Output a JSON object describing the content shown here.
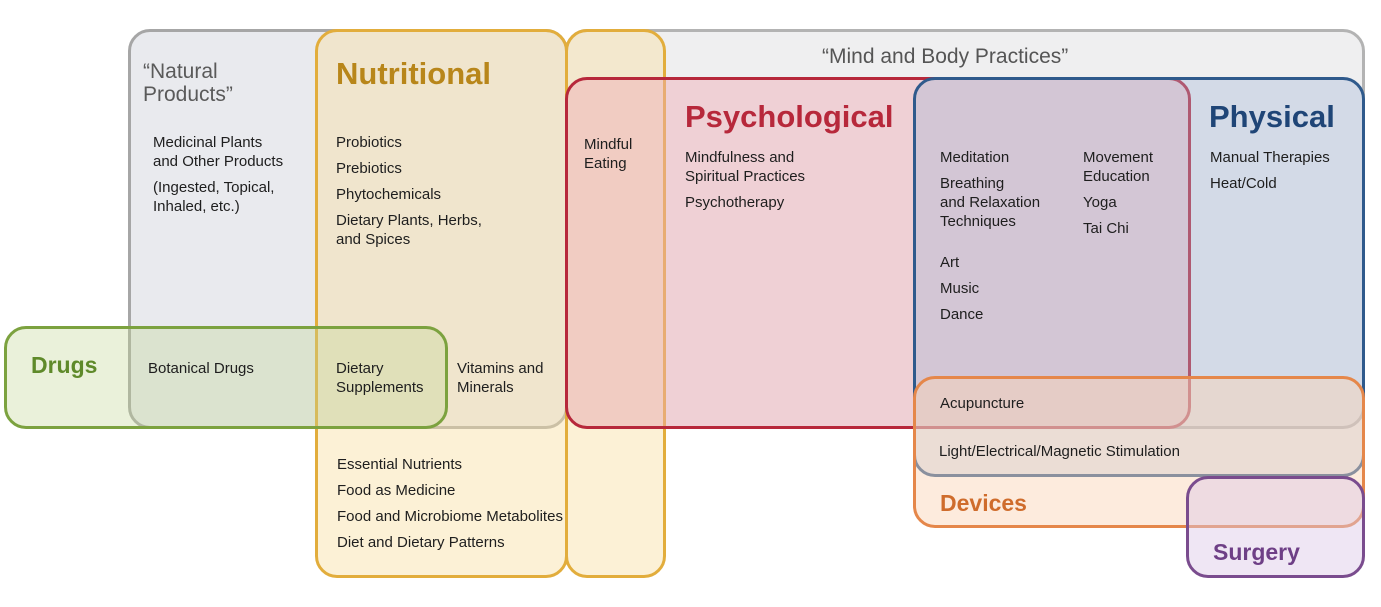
{
  "colors": {
    "natural": "#9c9c9c",
    "nutritional": "#e2ad3c",
    "mind_body": "#a7a7a7",
    "psychological": "#b7283b",
    "physical": "#2f5a8c",
    "drugs": "#7ca23f",
    "devices": "#e5874a",
    "surgery": "#7a4c8e"
  },
  "natural_products": {
    "title": "“Natural\nProducts”",
    "items": [
      "Medicinal Plants\nand Other Products",
      "(Ingested, Topical,\nInhaled, etc.)"
    ]
  },
  "nutritional": {
    "title": "Nutritional",
    "items": [
      "Probiotics",
      "Prebiotics",
      "Phytochemicals",
      "Dietary Plants, Herbs,\nand Spices"
    ],
    "vitamins": "Vitamins and\nMinerals",
    "lower_items": [
      "Essential Nutrients",
      "Food as Medicine",
      "Food and Microbiome Metabolites",
      "Diet and Dietary Patterns"
    ]
  },
  "mind_body": {
    "title": "“Mind and Body Practices”",
    "mindful_eating": "Mindful\nEating"
  },
  "psychological": {
    "title": "Psychological",
    "items": [
      "Mindfulness and\nSpiritual Practices",
      "Psychotherapy"
    ]
  },
  "overlap": {
    "left_items": [
      "Meditation",
      "Breathing\nand Relaxation\nTechniques"
    ],
    "right_items": [
      "Movement\nEducation",
      "Yoga",
      "Tai Chi"
    ],
    "arts_items": [
      "Art",
      "Music",
      "Dance"
    ]
  },
  "physical": {
    "title": "Physical",
    "items": [
      "Manual Therapies",
      "Heat/Cold"
    ]
  },
  "drugs": {
    "title": "Drugs",
    "botanical": "Botanical Drugs",
    "supplements": "Dietary\nSupplements"
  },
  "devices": {
    "title": "Devices",
    "acupuncture": "Acupuncture",
    "stimulation": "Light/Electrical/Magnetic Stimulation"
  },
  "surgery": {
    "title": "Surgery"
  }
}
